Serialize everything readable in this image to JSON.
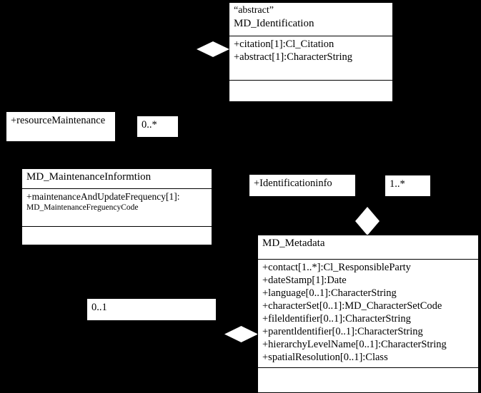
{
  "diagram": {
    "title": "ISO 19115 MD_Metadata UML class diagram",
    "background_color": "#000000",
    "box_color": "#ffffff",
    "line_color": "#000000"
  },
  "classes": [
    {
      "id": "md_identification",
      "stereotype": "“abstract”",
      "name": "MD_Identification",
      "attributes": [
        "+citation[1]:Cl_Citation",
        "+abstract[1]:CharacterString"
      ],
      "operations": []
    },
    {
      "id": "md_maintenanceinformtion",
      "stereotype": "",
      "name": "MD_MaintenanceInformtion",
      "attributes": [
        "+maintenanceAndUpdateFrequency[1]:",
        "MD_MaintenanceFreguencyCode"
      ],
      "operations": []
    },
    {
      "id": "md_metadata",
      "stereotype": "",
      "name": "MD_Metadata",
      "attributes": [
        "+contact[1..*]:Cl_ResponsibleParty",
        "+dateStamp[1]:Date",
        "+language[0..1]:CharacterString",
        "+characterSet[0..1]:MD_CharacterSetCode",
        "+fileldentifier[0..1]:CharacterString",
        "+parentldentifier[0..1]:CharacterString",
        "+hierarchyLevelName[0..1]:CharacterString",
        "+spatialResolution[0..1]:Class"
      ],
      "operations": []
    }
  ],
  "labels": {
    "resource_maintenance_role": "+resourceMaintenance",
    "resource_maintenance_multiplicity": "0..*",
    "identification_info_role": "+Identificationinfo",
    "identification_info_multiplicity": "1..*",
    "maintenance_multiplicity": "0..1"
  },
  "connectors": [
    {
      "id": "diamond-identification",
      "type": "aggregation-diamond",
      "orientation": "horizontal"
    },
    {
      "id": "diamond-identificationinfo",
      "type": "aggregation-diamond",
      "orientation": "vertical"
    },
    {
      "id": "diamond-maintenance",
      "type": "aggregation-diamond",
      "orientation": "horizontal"
    }
  ]
}
